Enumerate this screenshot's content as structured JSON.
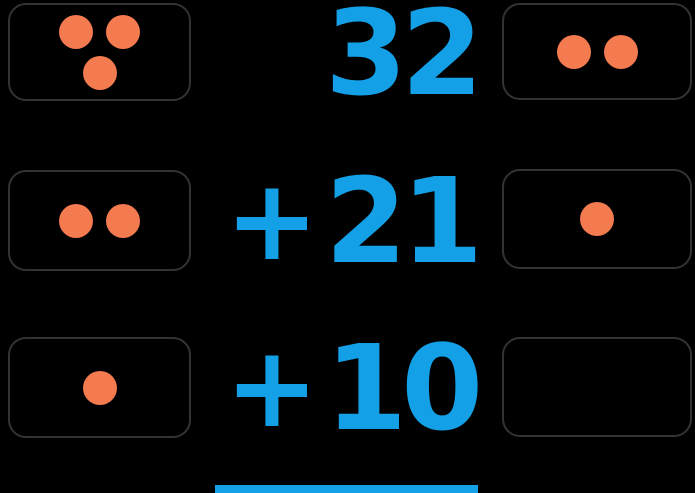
{
  "colors": {
    "background": "#000000",
    "number_blue": "#14A0E6",
    "dot_orange": "#F47A50",
    "box_border": "#333333"
  },
  "problem": {
    "operation": "addition",
    "addends": [
      "32",
      "21",
      "10"
    ]
  },
  "rows": [
    {
      "sign": "",
      "value": "32",
      "tens_box": {
        "dots": 3,
        "arrangement": "triangle"
      },
      "ones_box": {
        "dots": 2,
        "arrangement": "pair"
      }
    },
    {
      "sign": "+",
      "value": "21",
      "tens_box": {
        "dots": 2,
        "arrangement": "pair"
      },
      "ones_box": {
        "dots": 1,
        "arrangement": "single"
      }
    },
    {
      "sign": "+",
      "value": "10",
      "tens_box": {
        "dots": 1,
        "arrangement": "single"
      },
      "ones_box": {
        "dots": 0,
        "arrangement": "empty"
      }
    }
  ]
}
